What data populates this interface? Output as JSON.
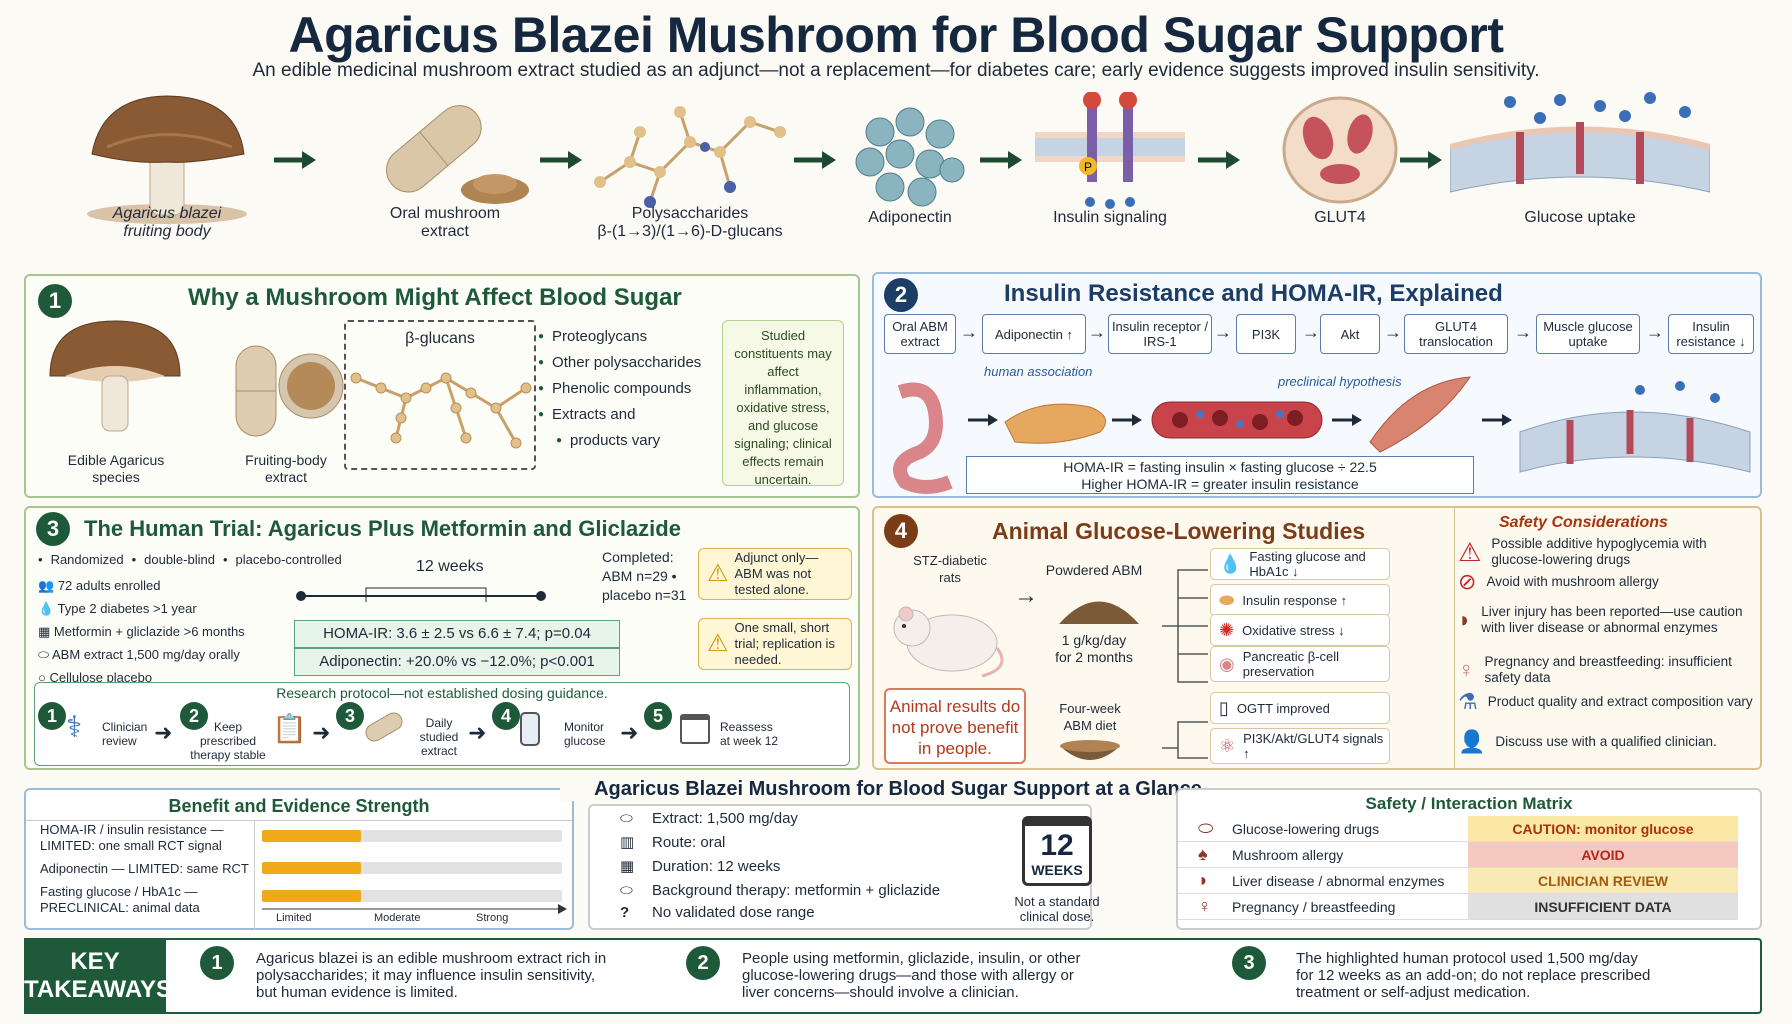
{
  "header": {
    "title": "Agaricus Blazei Mushroom for Blood Sugar Support",
    "subtitle": "An edible medicinal mushroom extract studied as an adjunct—not a replacement—for diabetes care; early evidence suggests improved insulin sensitivity."
  },
  "pathway": [
    {
      "l1": "Agaricus blazei",
      "l2": "fruiting body"
    },
    {
      "l1": "Oral mushroom",
      "l2": "extract"
    },
    {
      "l1": "Polysaccharides",
      "l2": "β-(1→3)/(1→6)-D-glucans"
    },
    {
      "l1": "Adiponectin",
      "l2": ""
    },
    {
      "l1": "Insulin signaling",
      "l2": ""
    },
    {
      "l1": "GLUT4",
      "l2": ""
    },
    {
      "l1": "Glucose uptake",
      "l2": ""
    }
  ],
  "panel1": {
    "num": "1",
    "title": "Why a Mushroom Might Affect Blood Sugar",
    "img1_l1": "Edible Agaricus",
    "img1_l2": "species",
    "img2_l1": "Fruiting-body",
    "img2_l2": "extract",
    "glucans_label": "β-glucans",
    "bullets": [
      "Proteoglycans",
      "Other polysaccharides",
      "Phenolic compounds",
      "Extracts and",
      "products vary"
    ],
    "note": "Studied constituents may affect inflammation, oxidative stress, and glucose signaling; clinical effects remain uncertain."
  },
  "panel2": {
    "num": "2",
    "title": "Insulin Resistance and HOMA-IR, Explained",
    "chain": [
      "Oral ABM extract",
      "Adiponectin ↑",
      "Insulin receptor / IRS-1",
      "PI3K",
      "Akt",
      "GLUT4 translocation",
      "Muscle glucose uptake",
      "Insulin resistance ↓"
    ],
    "human_assoc": "human association",
    "preclinical": "preclinical hypothesis",
    "formula1": "HOMA-IR = fasting insulin × fasting glucose ÷ 22.5",
    "formula2": "Higher HOMA-IR = greater insulin resistance"
  },
  "panel3": {
    "num": "3",
    "title": "The Human Trial: Agaricus Plus Metformin and Gliclazide",
    "design": [
      "Randomized",
      "double-blind",
      "placebo-controlled"
    ],
    "items": [
      "72 adults enrolled",
      "Type 2 diabetes >1 year",
      "Metformin + gliclazide >6 months",
      "ABM extract 1,500 mg/day orally",
      "Cellulose placebo"
    ],
    "weeks": "12 weeks",
    "completed_l1": "Completed:",
    "completed_l2": "ABM n=29 •",
    "completed_l3": "placebo n=31",
    "homa": "HOMA-IR: 3.6 ± 2.5 vs 6.6 ± 7.4; p=0.04",
    "adipo": "Adiponectin: +20.0% vs −12.0%; p<0.001",
    "warn1": "Adjunct only—ABM was not tested alone.",
    "warn2": "One small, short trial; replication is needed.",
    "protocol_title": "Research protocol—not established dosing guidance.",
    "steps": [
      {
        "n": "1",
        "l1": "Clinician",
        "l2": "review"
      },
      {
        "n": "2",
        "l1": "Keep prescribed",
        "l2": "therapy stable"
      },
      {
        "n": "3",
        "l1": "Daily studied",
        "l2": "extract"
      },
      {
        "n": "4",
        "l1": "Monitor",
        "l2": "glucose"
      },
      {
        "n": "5",
        "l1": "Reassess",
        "l2": "at week 12"
      }
    ]
  },
  "panel4": {
    "num": "4",
    "title": "Animal Glucose-Lowering Studies",
    "stz_l1": "STZ-diabetic",
    "stz_l2": "rats",
    "powder": "Powdered ABM",
    "dose_l1": "1 g/kg/day",
    "dose_l2": "for 2 months",
    "diet_l1": "Four-week",
    "diet_l2": "ABM diet",
    "animal_note": "Animal results do not prove benefit in people.",
    "effects": [
      "Fasting glucose and HbA1c ↓",
      "Insulin response ↑",
      "Oxidative stress ↓",
      "Pancreatic β-cell preservation",
      "OGTT improved",
      "PI3K/Akt/GLUT4 signals ↑"
    ]
  },
  "safety": {
    "title": "Safety Considerations",
    "items": [
      "Possible additive hypoglycemia with glucose-lowering drugs",
      "Avoid with mushroom allergy",
      "Liver injury has been reported—use caution with liver disease or abnormal enzymes",
      "Pregnancy and breastfeeding: insufficient safety data",
      "Product quality and extract composition vary",
      "Discuss use with a qualified clinician."
    ]
  },
  "benefit": {
    "title": "Benefit and Evidence Strength",
    "rows": [
      {
        "l1": "HOMA-IR / insulin resistance —",
        "l2": "LIMITED: one small RCT signal",
        "level": 0.33
      },
      {
        "l1": "Adiponectin — LIMITED: same RCT",
        "l2": "",
        "level": 0.33
      },
      {
        "l1": "Fasting glucose / HbA1c —",
        "l2": "PRECLINICAL: animal data",
        "level": 0.33
      }
    ],
    "scale": [
      "Limited",
      "Moderate",
      "Strong"
    ]
  },
  "glance": {
    "title": "Agaricus Blazei Mushroom for Blood Sugar Support at a Glance",
    "rows": [
      "Extract:  1,500 mg/day",
      "Route:  oral",
      "Duration:  12 weeks",
      "Background therapy:  metformin + gliclazide",
      "No validated dose range"
    ],
    "cal_num": "12",
    "cal_label": "WEEKS",
    "cal_note_l1": "Not a standard",
    "cal_note_l2": "clinical dose."
  },
  "matrix": {
    "title": "Safety  /  Interaction Matrix",
    "rows": [
      {
        "item": "Glucose-lowering drugs",
        "status": "CAUTION: monitor glucose",
        "color": "#fbe8a6",
        "text": "#a8340c"
      },
      {
        "item": "Mushroom allergy",
        "status": "AVOID",
        "color": "#f6c9c0",
        "text": "#b3261e"
      },
      {
        "item": "Liver disease / abnormal enzymes",
        "status": "CLINICIAN REVIEW",
        "color": "#f8e9b5",
        "text": "#a35a0b"
      },
      {
        "item": "Pregnancy / breastfeeding",
        "status": "INSUFFICIENT DATA",
        "color": "#e0e0e0",
        "text": "#333333"
      }
    ]
  },
  "takeaways": {
    "label_l1": "KEY",
    "label_l2": "TAKEAWAYS",
    "items": [
      {
        "n": "1",
        "l1": "Agaricus blazei is an edible mushroom extract rich in",
        "l2": "polysaccharides; it may influence insulin sensitivity,",
        "l3": "but human evidence is limited."
      },
      {
        "n": "2",
        "l1": "People using metformin, gliclazide, insulin, or other",
        "l2": "glucose-lowering drugs—and those with allergy or",
        "l3": "liver concerns—should involve a clinician."
      },
      {
        "n": "3",
        "l1": "The highlighted human protocol used 1,500 mg/day",
        "l2": "for 12 weeks as an add-on; do not replace prescribed",
        "l3": "treatment or self-adjust medication."
      }
    ]
  }
}
